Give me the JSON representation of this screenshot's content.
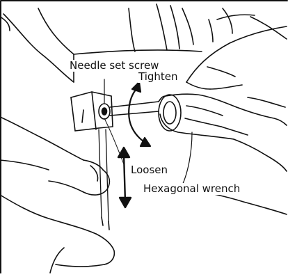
{
  "labels": {
    "needle_set_screw": "Needle set screw",
    "tighten": "Tighten",
    "loosen": "Loosen",
    "hexagonal_wrench": "Hexagonal wrench"
  },
  "colors": {
    "ink": "#111111",
    "paper": "#ffffff"
  }
}
